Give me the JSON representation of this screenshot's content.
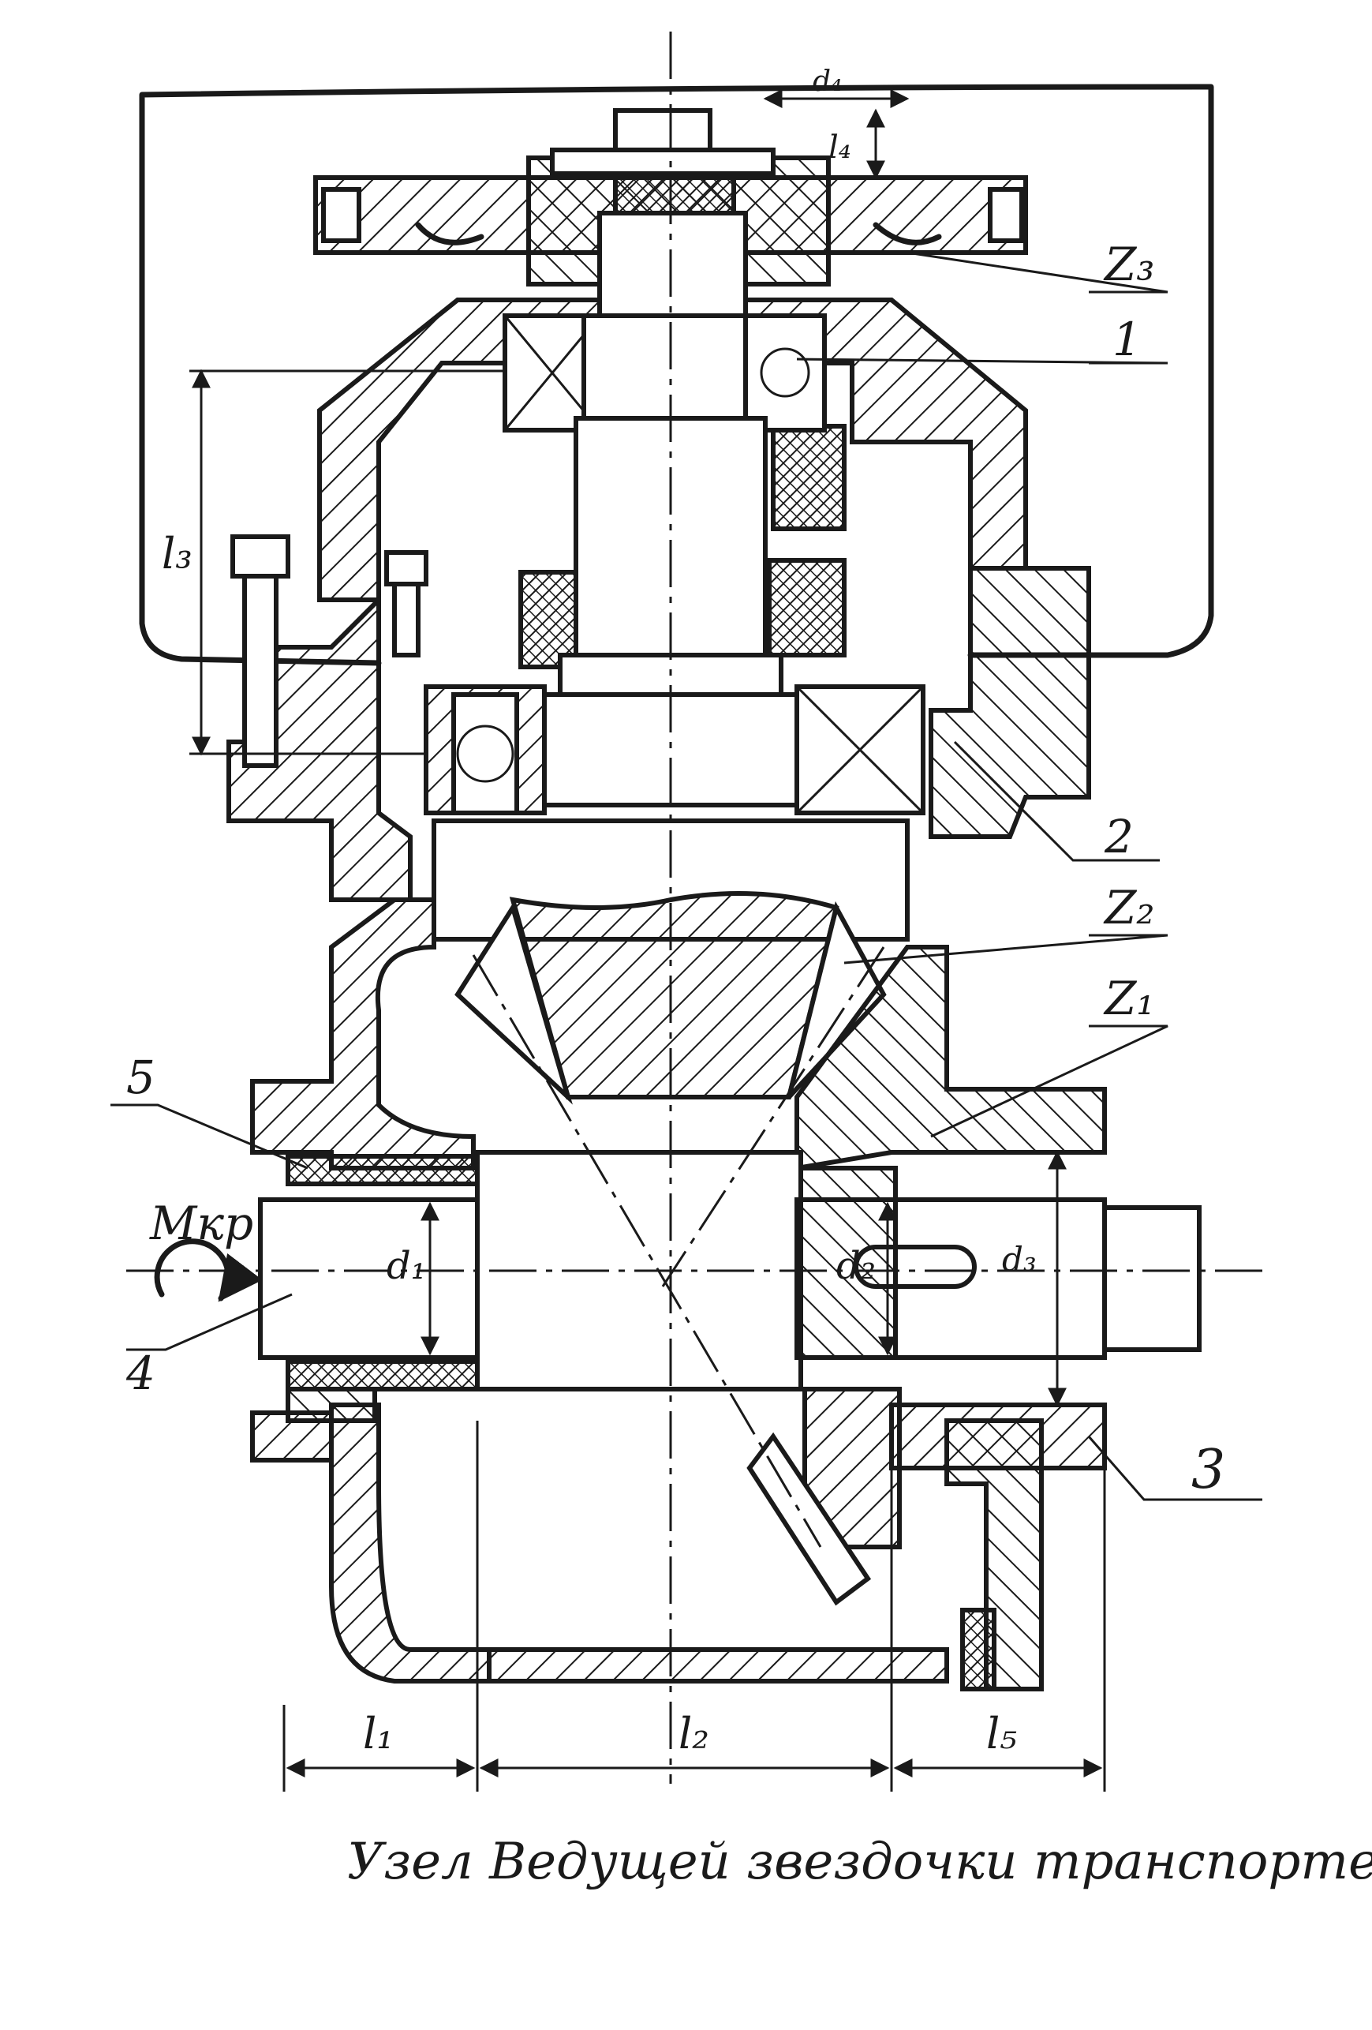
{
  "title": "Узел Ведущей звездочки транспортера",
  "labels": {
    "z3": "Z₃",
    "p1": "1",
    "p2": "2",
    "z2": "Z₂",
    "z1": "Z₁",
    "p5": "5",
    "p3": "3",
    "p4": "4",
    "torque": "Мкр",
    "d1": "d₁",
    "d2": "d₂",
    "d3": "d₃",
    "d4": "d₄",
    "l1": "l₁",
    "l2": "l₂",
    "l3": "l₃",
    "l4": "l₄",
    "l5": "l₅"
  }
}
